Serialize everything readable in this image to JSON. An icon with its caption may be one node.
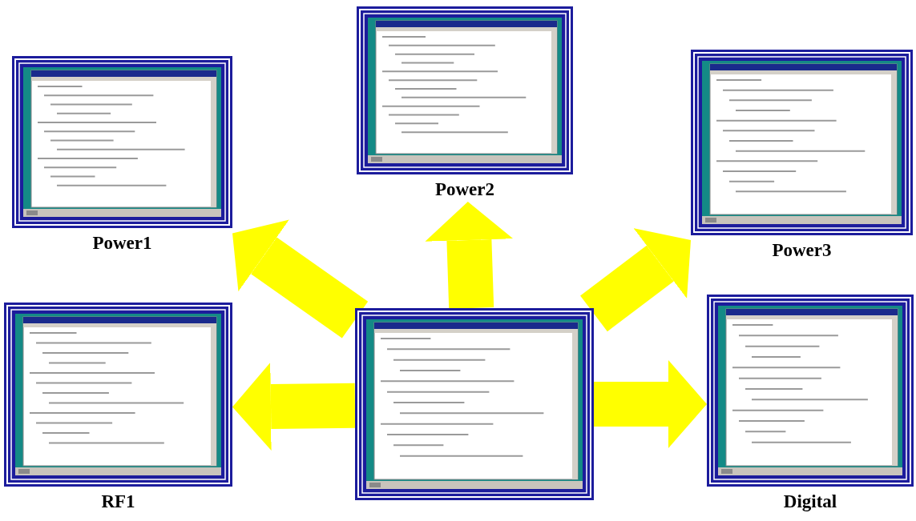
{
  "diagram": {
    "nodes": [
      {
        "text": [
          "Power1"
        ]
      },
      {
        "text": [
          "Power2"
        ]
      },
      {
        "text": [
          "Power3"
        ]
      },
      {
        "text": [
          "RF1"
        ]
      },
      {
        "text": [],
        "shape": "picture"
      },
      {
        "text": [
          "Digital"
        ]
      }
    ],
    "edges": [
      {
        "from": 4,
        "to": 0,
        "arrow": "to"
      },
      {
        "from": 4,
        "to": 1,
        "arrow": "to"
      },
      {
        "from": 4,
        "to": 2,
        "arrow": "to"
      },
      {
        "from": 4,
        "to": 3,
        "arrow": "to"
      },
      {
        "from": 4,
        "to": 5,
        "arrow": "to"
      }
    ]
  }
}
